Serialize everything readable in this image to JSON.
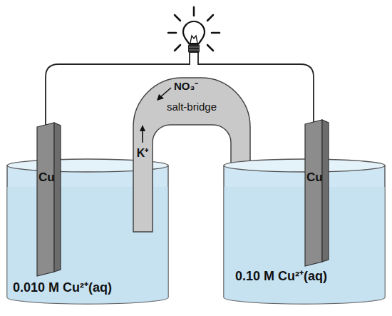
{
  "diagram": {
    "nodes": [
      {
        "text": [
          "0.010 M Cu²⁺(aq)"
        ]
      },
      {
        "text": [
          "Cu"
        ],
        "in": 0
      },
      {
        "text": [
          "NO₃⁻",
          "salt-bridge",
          "K⁺"
        ]
      },
      {
        "text": [
          "0.10 M Cu²⁺(aq)"
        ]
      },
      {
        "text": [
          "Cu"
        ],
        "in": 3
      }
    ],
    "edges": [
      {
        "from": 1,
        "to": 4,
        "arrow": "none"
      }
    ]
  }
}
